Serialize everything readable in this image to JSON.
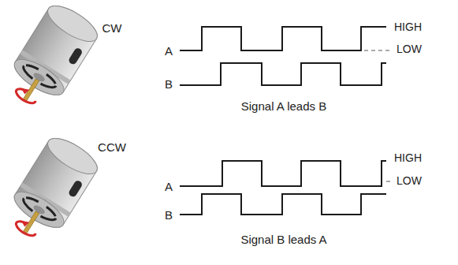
{
  "diagram": {
    "labels": [
      "CW",
      "A",
      "B",
      "HIGH",
      "LOW",
      "Signal A leads B",
      "CCW",
      "A",
      "B",
      "HIGH",
      "LOW",
      "Signal B leads A"
    ]
  }
}
